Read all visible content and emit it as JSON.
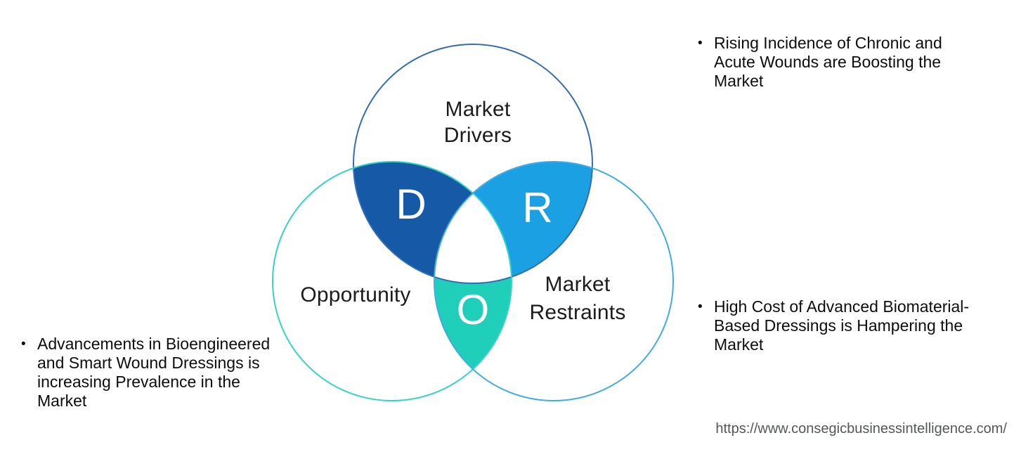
{
  "diagram": {
    "title_letters": "DRO",
    "circles": {
      "drivers": {
        "label": "Market\nDrivers",
        "letter": "D",
        "lens_fill": "#1659A6",
        "outline": "#336CB4"
      },
      "opportunity": {
        "label": "Opportunity",
        "letter": "O",
        "lens_fill": "#20CFBA",
        "outline": "#35D4C2"
      },
      "restraints": {
        "label": "Market\nRestraints",
        "letter": "R",
        "lens_fill": "#1BA1E3",
        "outline": "#41ACE2"
      }
    },
    "center_fill": "#FFFFFF"
  },
  "annotations": {
    "drivers": {
      "bullet": "•",
      "text": "Rising Incidence of Chronic and\nAcute Wounds are Boosting the\nMarket"
    },
    "opportunity": {
      "bullet": "•",
      "text": "Advancements in Bioengineered\nand Smart Wound Dressings is\nincreasing Prevalence in the\nMarket"
    },
    "restraints": {
      "bullet": "•",
      "text": "High Cost of Advanced Biomaterial-\nBased Dressings is Hampering the\nMarket"
    }
  },
  "footer": {
    "url": "https://www.consegicbusinessintelligence.com/"
  }
}
